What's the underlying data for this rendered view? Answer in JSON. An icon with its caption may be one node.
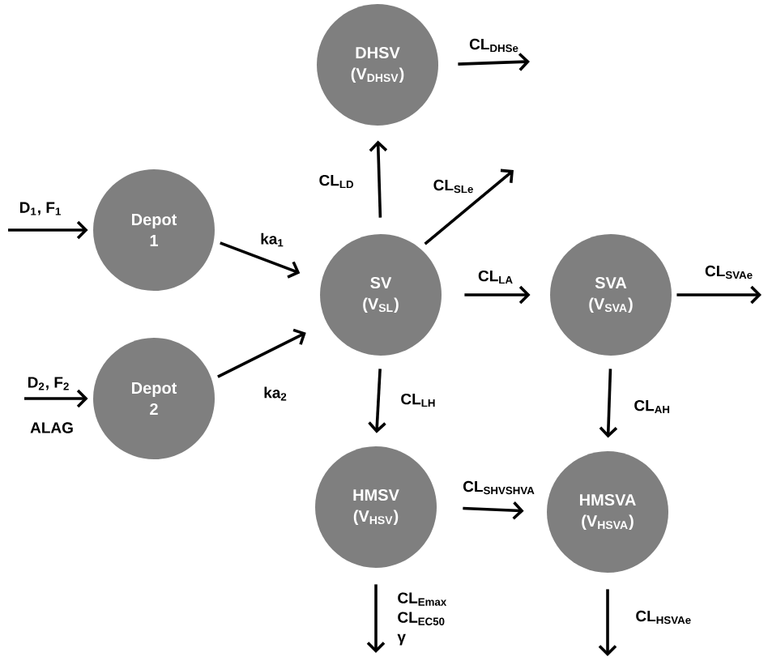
{
  "diagram": {
    "nodes": [
      {
        "text": [
          "DHSV (V$_{DHSV}$)"
        ]
      },
      {
        "text": [
          "Depot 1"
        ]
      },
      {
        "text": [
          "Depot 2"
        ]
      },
      {
        "text": [
          "SV (V$_{SL}$)"
        ]
      },
      {
        "text": [
          "SVA (V$_{SVA}$)"
        ]
      },
      {
        "text": [
          "HMSV (V$_{HSV}$)"
        ]
      },
      {
        "text": [
          "HMSVA (V$_{HSVA}$)"
        ]
      }
    ],
    "edges": [
      {
        "from": null,
        "to": 1,
        "arrow": "to",
        "label": "D$_{1}$, F$_{1}$"
      },
      {
        "from": null,
        "to": 2,
        "arrow": "to",
        "label": "D$_{2}$, F$_{2}$"
      },
      {
        "from": 1,
        "to": 3,
        "arrow": "to",
        "label": "ka$_{1}$"
      },
      {
        "from": 2,
        "to": 3,
        "arrow": "to",
        "label": "ka$_{2}$"
      },
      {
        "from": 3,
        "to": 0,
        "arrow": "to",
        "label": "CL$_{LD}$"
      },
      {
        "from": 0,
        "to": null,
        "arrow": "to",
        "label": "CL$_{DHSe}$"
      },
      {
        "from": 3,
        "to": null,
        "arrow": "to",
        "label": "CL$_{SLe}$"
      },
      {
        "from": 3,
        "to": 4,
        "arrow": "to",
        "label": "CL$_{LA}$"
      },
      {
        "from": 4,
        "to": null,
        "arrow": "to",
        "label": "CL$_{SVAe}$"
      },
      {
        "from": 3,
        "to": 5,
        "arrow": "to",
        "label": "CL$_{LH}$"
      },
      {
        "from": 4,
        "to": 6,
        "arrow": "to",
        "label": "CL$_{AH}$"
      },
      {
        "from": 5,
        "to": 6,
        "arrow": "to",
        "label": "CL$_{SHVSHVA}$"
      },
      {
        "from": 5,
        "to": null,
        "arrow": "to",
        "label": "CL$_{Emax}$ CL$_{EC50}$ γ"
      },
      {
        "from": 6,
        "to": null,
        "arrow": "to",
        "label": "CL$_{HSVAe}$"
      }
    ],
    "labels": [
      "ALAG"
    ]
  }
}
